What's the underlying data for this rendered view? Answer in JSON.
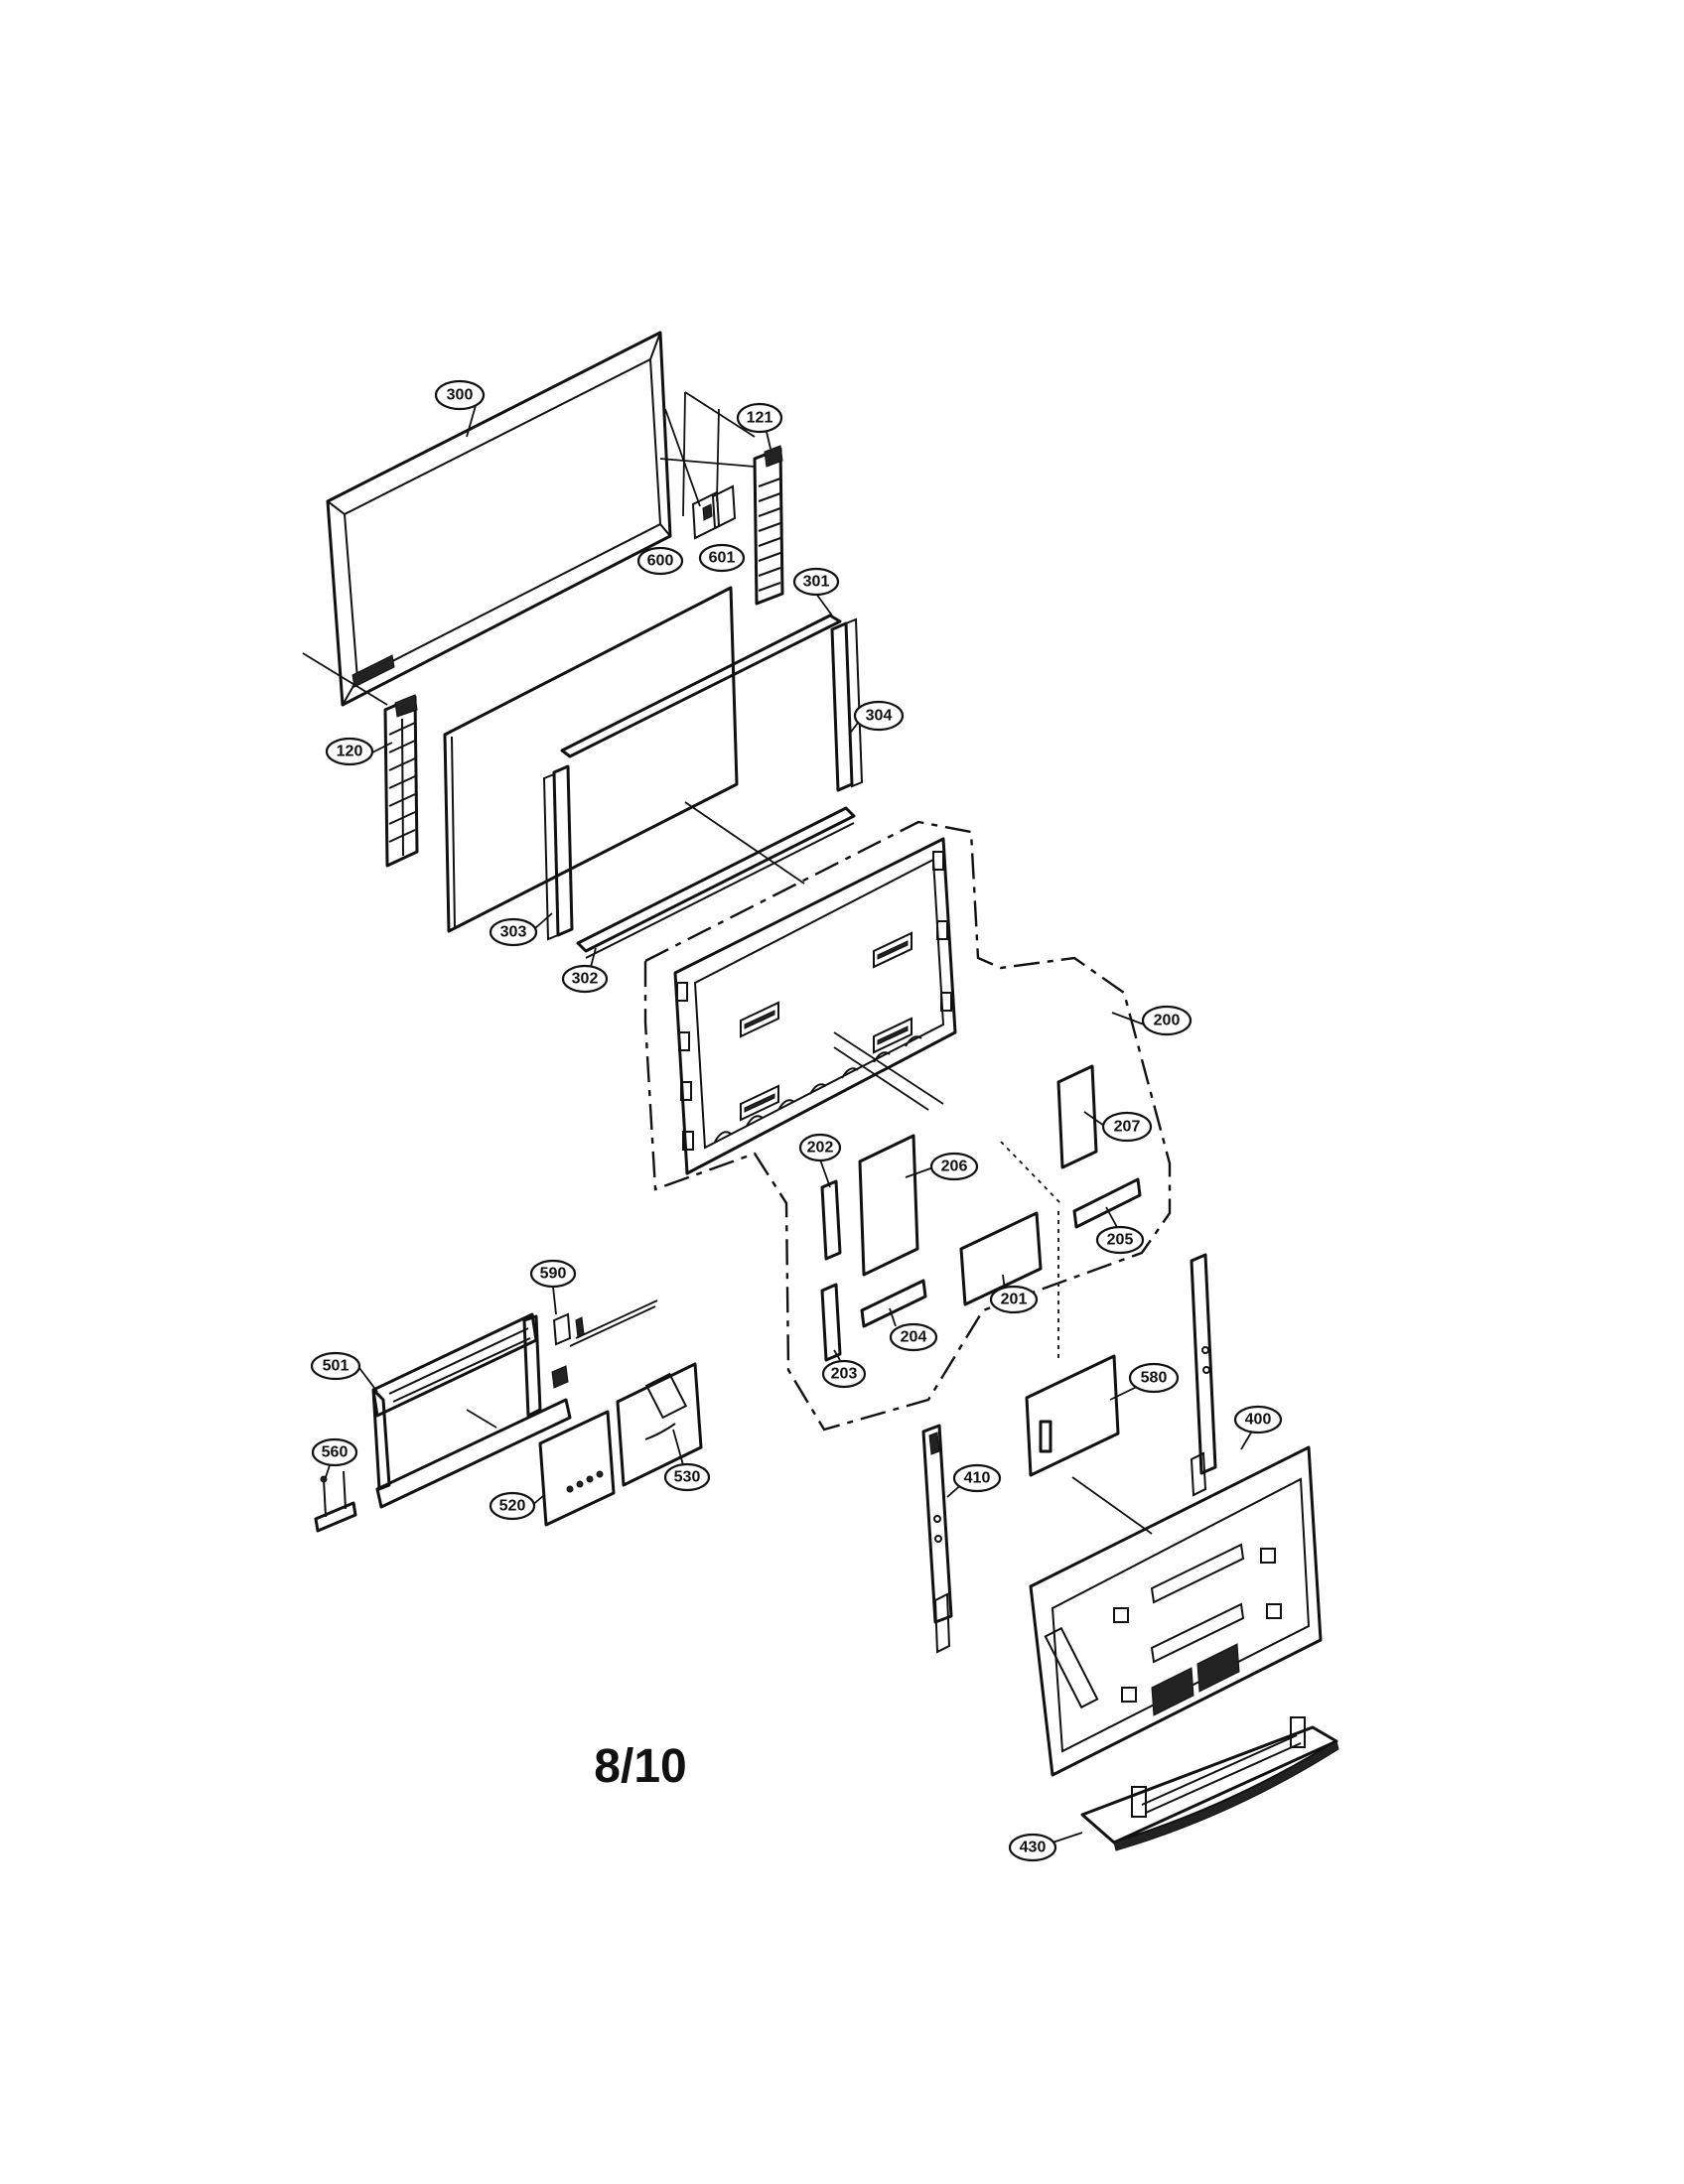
{
  "page_number": "8/10",
  "callouts": [
    "300",
    "121",
    "600",
    "601",
    "301",
    "304",
    "120",
    "303",
    "302",
    "200",
    "207",
    "202",
    "206",
    "205",
    "201",
    "204",
    "203",
    "590",
    "501",
    "560",
    "520",
    "530",
    "580",
    "410",
    "400",
    "430"
  ]
}
